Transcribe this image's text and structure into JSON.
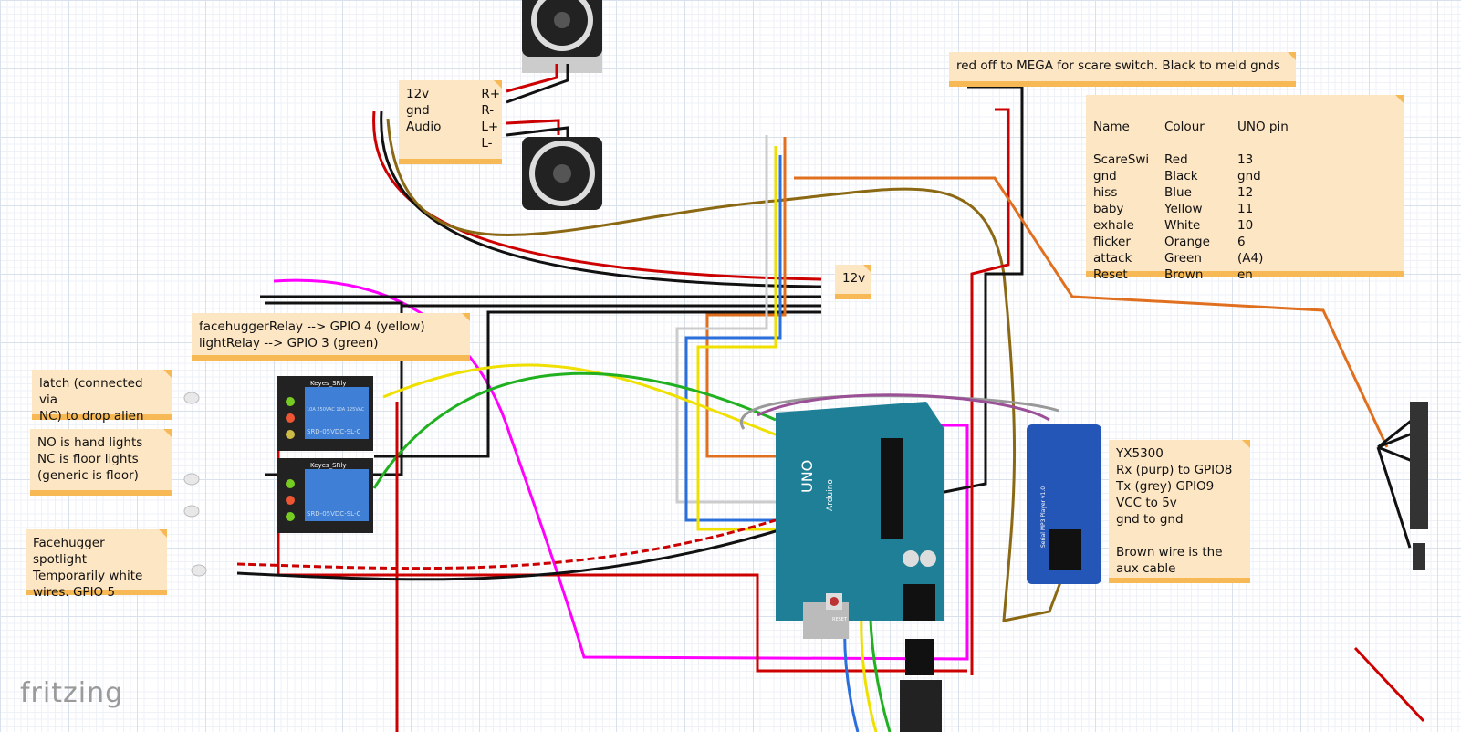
{
  "notes": {
    "speaker_labels": {
      "left": [
        "12v",
        "gnd",
        "Audio"
      ],
      "right": [
        "R+",
        "R-",
        "L+",
        "L-"
      ]
    },
    "mega": "red off to MEGA for scare switch. Black to meld gnds",
    "pin_table": {
      "headers": [
        "Name",
        "Colour",
        "UNO pin"
      ],
      "rows": [
        [
          "ScareSwi",
          "Red",
          "13"
        ],
        [
          "gnd",
          "Black",
          "gnd"
        ],
        [
          "hiss",
          "Blue",
          "12"
        ],
        [
          "baby",
          "Yellow",
          "11"
        ],
        [
          "exhale",
          "White",
          "10"
        ],
        [
          "flicker",
          "Orange",
          "6"
        ],
        [
          "attack",
          "Green",
          "(A4)"
        ],
        [
          "Reset",
          "Brown",
          "en"
        ]
      ]
    },
    "v12": "12v",
    "relay_gpio": "facehuggerRelay --> GPIO 4 (yellow)\nlightRelay --> GPIO 3 (green)",
    "latch": "latch (connected via\nNC) to drop alien",
    "lights": "NO is hand lights\nNC is floor lights\n(generic is floor)",
    "spotlight": "Facehugger spotlight\nTemporarily white\nwires. GPIO 5",
    "yx5300": "YX5300\nRx (purp) to GPIO8\nTx (grey) GPIO9\nVCC to 5v\ngnd to gnd\n\nBrown wire is the\naux cable"
  },
  "components": {
    "relay_brand": "Keyes_SRly",
    "relay_model": "SRD-05VDC-SL-C",
    "relay_rating": "10A 250VAC 10A 125VAC",
    "arduino_model": "UNO",
    "arduino_brand": "Arduino",
    "mp3_label": "Serial MP3 Player v1.0",
    "reset_label": "RESET"
  },
  "logo": "fritzing",
  "colors": {
    "note_bg": "#fde6c4",
    "note_border": "#f7b955",
    "relay_blue": "#3f7fd6",
    "arduino_teal": "#1e7f97",
    "mp3_blue": "#2456b8"
  }
}
